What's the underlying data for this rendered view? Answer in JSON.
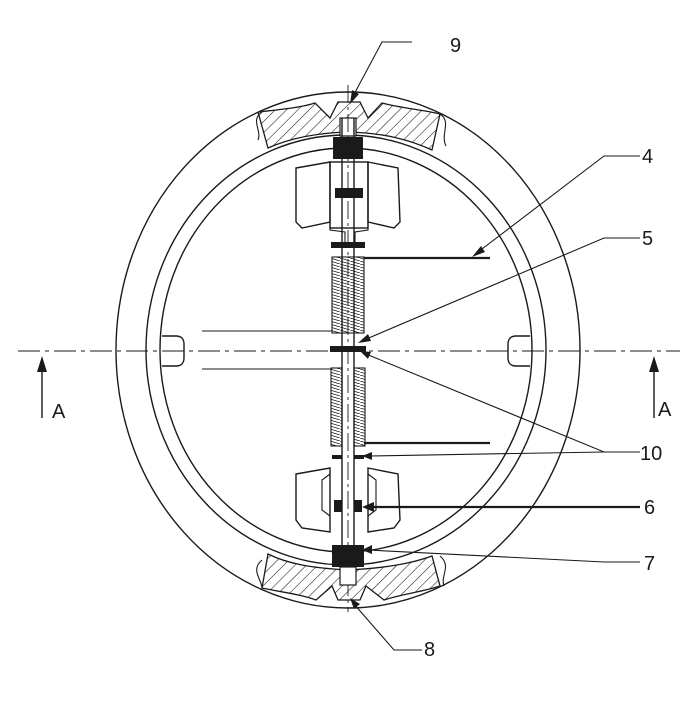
{
  "labels": {
    "part_4": "4",
    "part_5": "5",
    "part_6": "6",
    "part_7": "7",
    "part_8": "8",
    "part_9": "9",
    "part_10": "10",
    "section_left": "A",
    "section_right": "A"
  },
  "colors": {
    "line": "#1a1a1a",
    "background": "#ffffff"
  }
}
